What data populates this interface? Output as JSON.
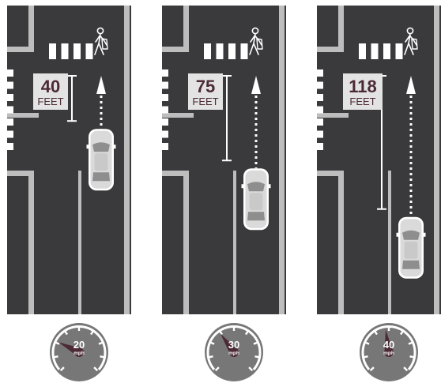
{
  "colors": {
    "road": "#3a3a3c",
    "curb": "#bdbdbd",
    "marking": "#ffffff",
    "label_bg": "#e3e3e3",
    "label_text": "#4b2a35",
    "speedometer_face": "#777777",
    "needle": "#4b2a35"
  },
  "icons": {
    "pedestrian": "pedestrian-icon",
    "car": "car-icon",
    "speedometer": "speedometer-icon"
  },
  "scenarios": [
    {
      "speed": 20,
      "speed_unit": "mph",
      "distance": 40,
      "distance_unit": "FEET"
    },
    {
      "speed": 30,
      "speed_unit": "mph",
      "distance": 75,
      "distance_unit": "FEET"
    },
    {
      "speed": 40,
      "speed_unit": "mph",
      "distance": 118,
      "distance_unit": "FEET"
    }
  ]
}
